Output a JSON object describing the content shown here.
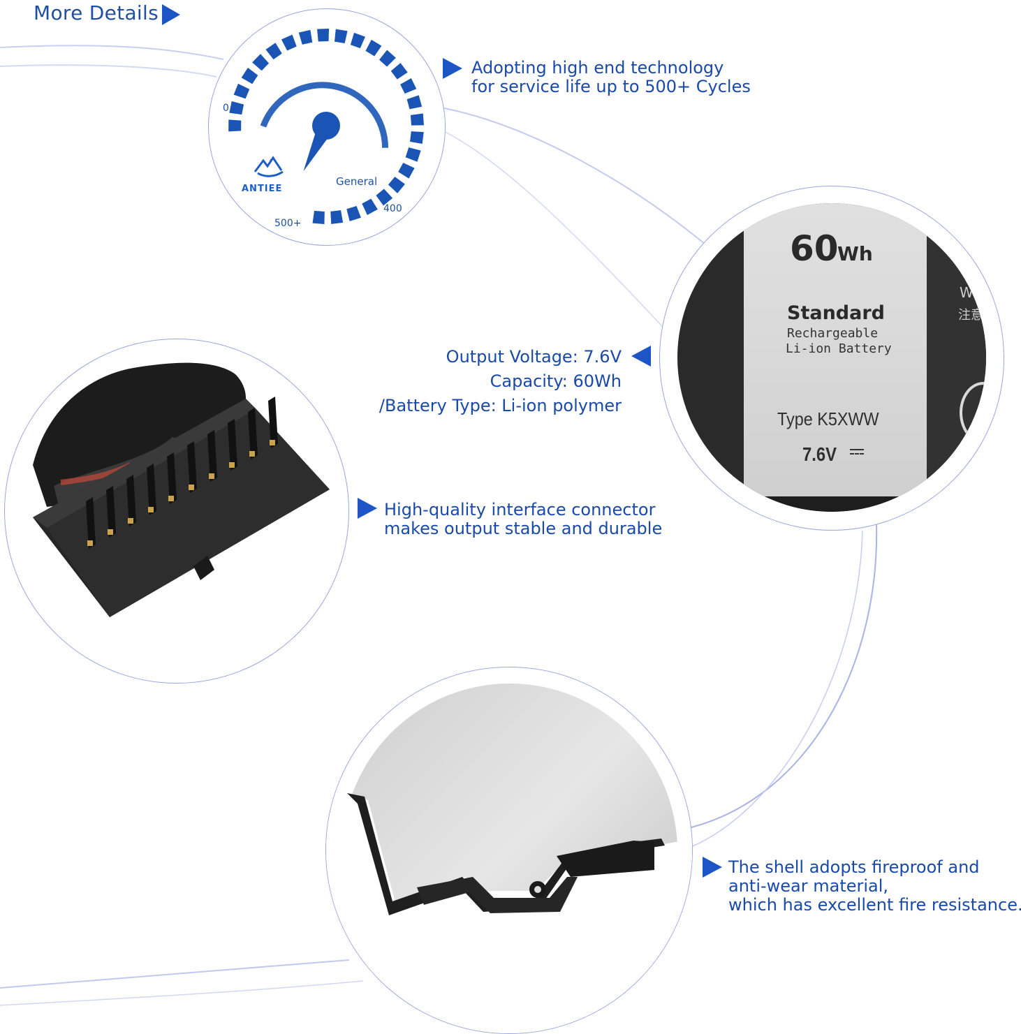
{
  "heading": {
    "label": "More Details"
  },
  "features": {
    "cycles": {
      "line1": "Adopting high end technology",
      "line2": "for service life up to 500+ Cycles"
    },
    "specs": {
      "voltage": "Output Voltage: 7.6V",
      "capacity": "Capacity: 60Wh",
      "type": "/Battery Type: Li-ion polymer"
    },
    "connector": {
      "line1": "High-quality interface connector",
      "line2": "makes output stable and durable"
    },
    "shell": {
      "line1": "The shell adopts fireproof and",
      "line2": "anti-wear material,",
      "line3": "which has excellent fire resistance."
    }
  },
  "gauge": {
    "label_zero": "0",
    "label_general": "General",
    "label_400": "400",
    "label_500": "500+",
    "brand": "ANTIEE",
    "needle_fraction": 0.18
  },
  "battery_label": {
    "capacity_number": "60",
    "capacity_unit": "Wh",
    "standard": "Standard",
    "rechargeable": "Rechargeable",
    "chemistry": "Li-ion Battery",
    "type": "Type K5XWW",
    "voltage": "7.6V",
    "edge_text_1": "W",
    "edge_text_2": "注意"
  },
  "colors": {
    "accent_blue": "#1e55c6",
    "text_blue": "#1a4aa8",
    "gauge_blue": "#1a55b5",
    "curve_line": "#b8c1ea"
  },
  "icons": {
    "heading_arrow": "triangle-right-icon",
    "pointer_right": "triangle-right-icon",
    "pointer_left": "triangle-left-icon",
    "brand_logo": "mountain-logo-icon"
  }
}
